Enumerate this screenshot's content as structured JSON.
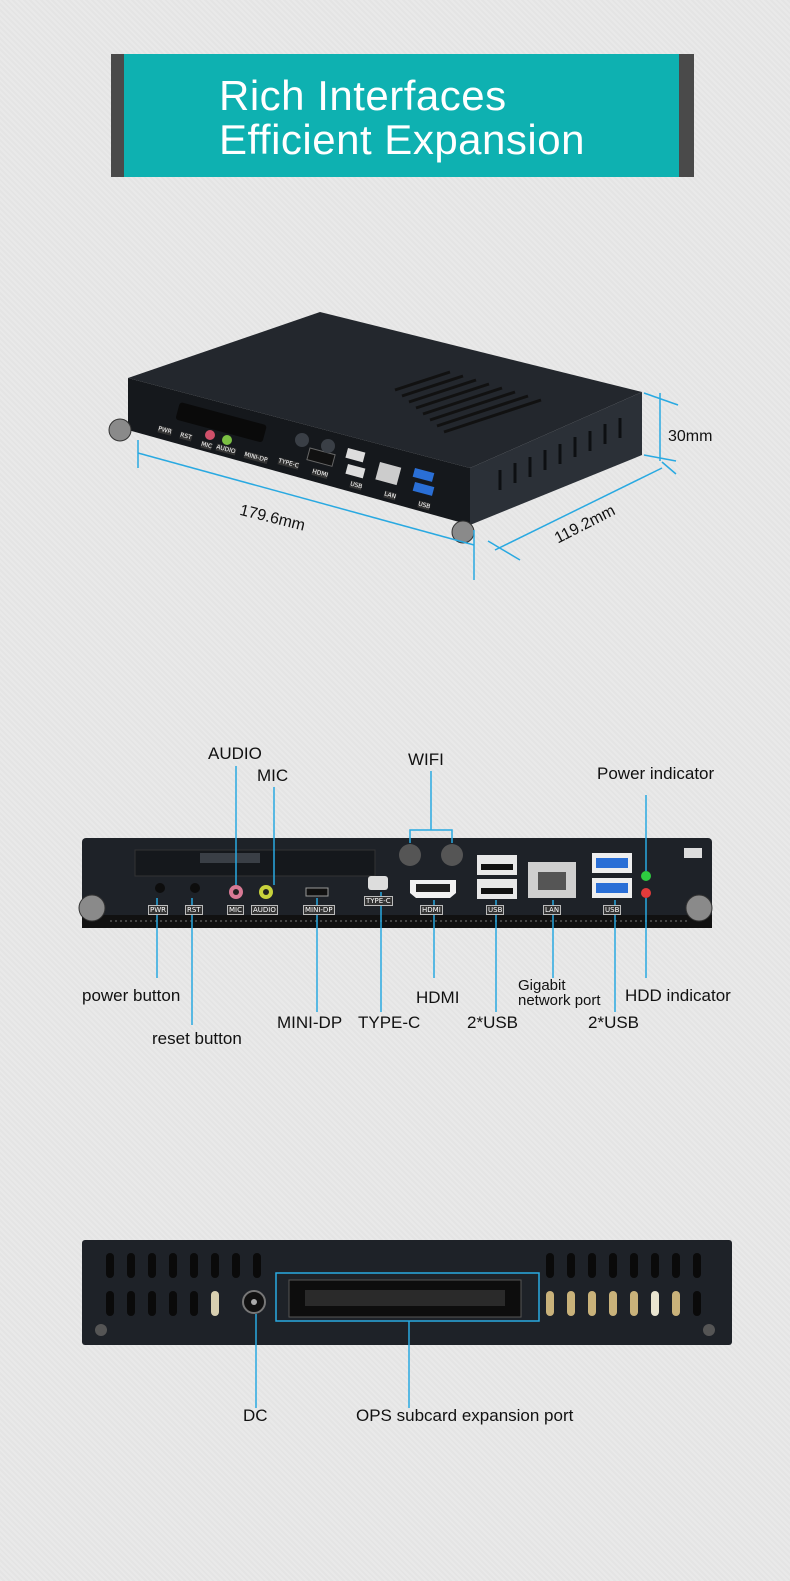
{
  "banner": {
    "line1": "Rich Interfaces",
    "line2": "Efficient Expansion"
  },
  "iso": {
    "dim_length": "179.6mm",
    "dim_width": "119.2mm",
    "dim_height": "30mm",
    "port_labels": [
      "PWR",
      "RST",
      "MIC",
      "AUDIO",
      "MINI-DP",
      "TYPE-C",
      "HDMI",
      "USB",
      "LAN",
      "USB"
    ]
  },
  "front": {
    "port_labels": [
      "PWR",
      "RST",
      "MIC",
      "AUDIO",
      "MINI-DP",
      "TYPE-C",
      "HDMI",
      "USB",
      "LAN",
      "USB"
    ],
    "callouts": {
      "audio": "AUDIO",
      "mic": "MIC",
      "wifi": "WIFI",
      "power_indicator": "Power indicator",
      "power_button": "power button",
      "reset_button": "reset button",
      "mini_dp": "MINI-DP",
      "type_c": "TYPE-C",
      "hdmi": "HDMI",
      "usb_left": "2*USB",
      "gigabit_line1": "Gigabit",
      "gigabit_line2": "network port",
      "usb_right": "2*USB",
      "hdd_indicator": "HDD indicator"
    }
  },
  "rear": {
    "callouts": {
      "dc": "DC",
      "ops": "OPS subcard expansion port"
    }
  },
  "colors": {
    "accent": "#0eb1b1",
    "leader": "#29a9e1",
    "device": "#1e2228"
  }
}
